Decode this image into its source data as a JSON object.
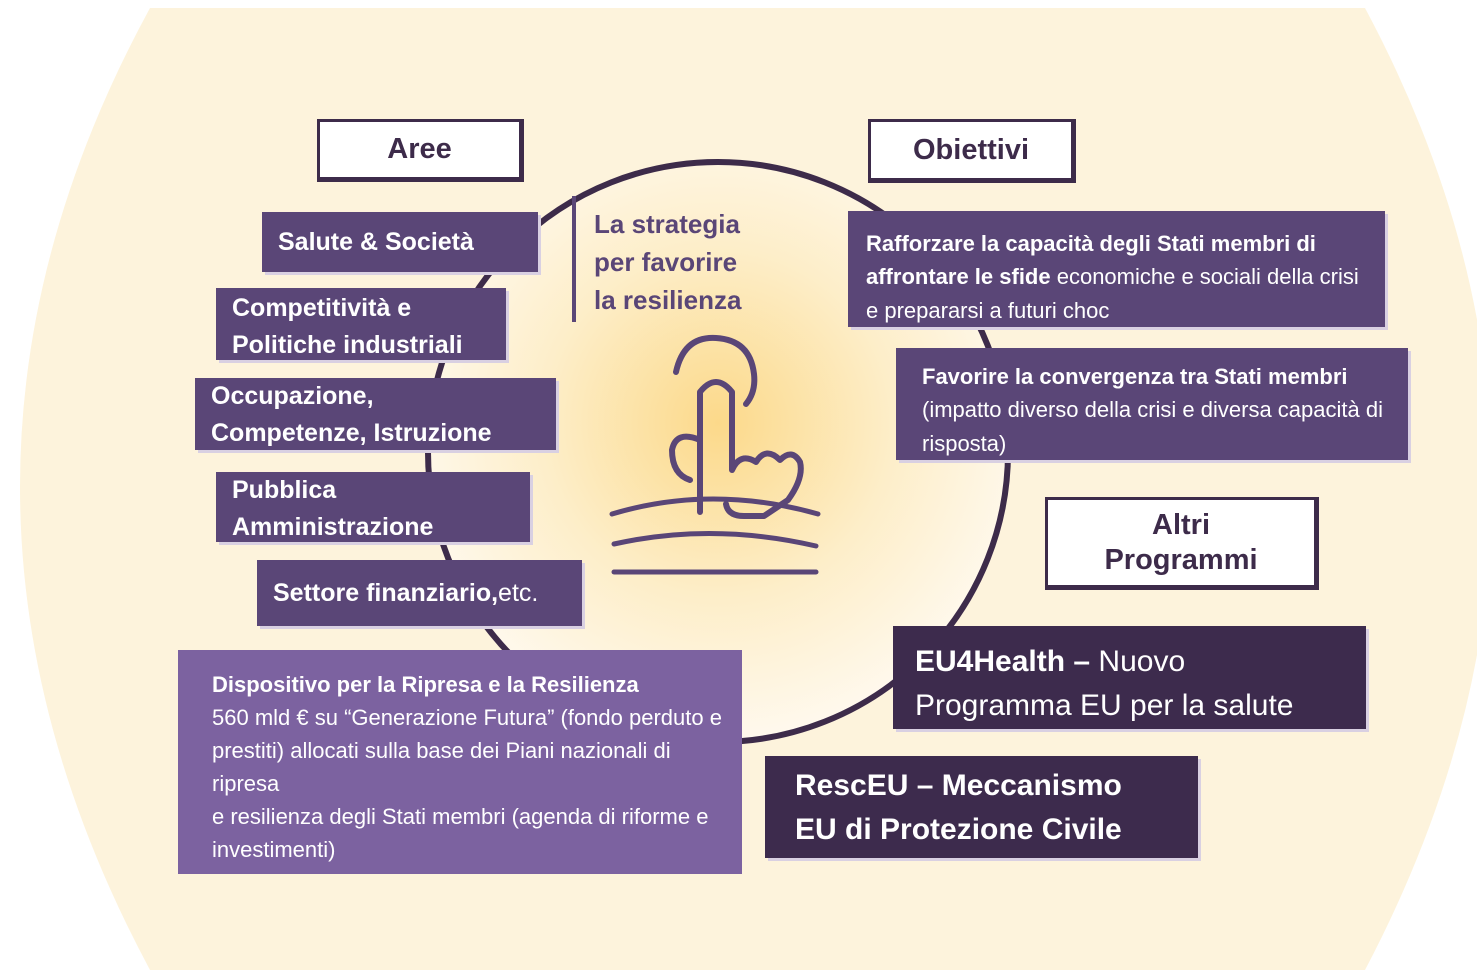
{
  "colors": {
    "background_cream": "#fdf3dc",
    "circle_glow": "#fde6b0",
    "circle_stroke": "#3d2b4a",
    "area_box": "#5a4677",
    "program_box": "#3d2b4d",
    "device_box": "#7c62a0"
  },
  "headers": {
    "aree": "Aree",
    "obiettivi": "Obiettivi",
    "altri_programmi_line1": "Altri",
    "altri_programmi_line2": "Programmi"
  },
  "center": {
    "strategy_line1": "La strategia",
    "strategy_line2": "per favorire",
    "strategy_line3": "la resilienza",
    "icon": "pointing-hand-icon"
  },
  "areas": {
    "salute": "Salute & Società",
    "competitivita_line1": "Competitività e",
    "competitivita_line2": "Politiche industriali",
    "occupazione_line1": "Occupazione,",
    "occupazione_line2": "Competenze, Istruzione",
    "pubblica_line1": "Pubblica",
    "pubblica_line2": "Amministrazione",
    "settore_bold": "Settore finanziario,",
    "settore_rest": " etc."
  },
  "objectives": {
    "obj1_bold": "Rafforzare la capacità degli Stati membri di affrontare le sfide",
    "obj1_rest": " economiche e sociali della crisi e prepararsi a futuri choc",
    "obj2_bold": "Favorire la convergenza tra Stati membri",
    "obj2_rest": "(impatto diverso della crisi e diversa capacità di risposta)"
  },
  "programs": {
    "eu4health_bold": "EU4Health –",
    "eu4health_rest": " Nuovo Programma EU per la salute",
    "resceu_line1": "RescEU – Meccanismo",
    "resceu_line2": "EU di Protezione Civile"
  },
  "device": {
    "title": "Dispositivo per la Ripresa e la Resilienza",
    "line1": "560 mld € su “Generazione Futura” (fondo perduto e prestiti) allocati sulla base dei Piani nazionali di ripresa",
    "line2": "e resilienza degli Stati membri (agenda di riforme e investimenti)"
  }
}
